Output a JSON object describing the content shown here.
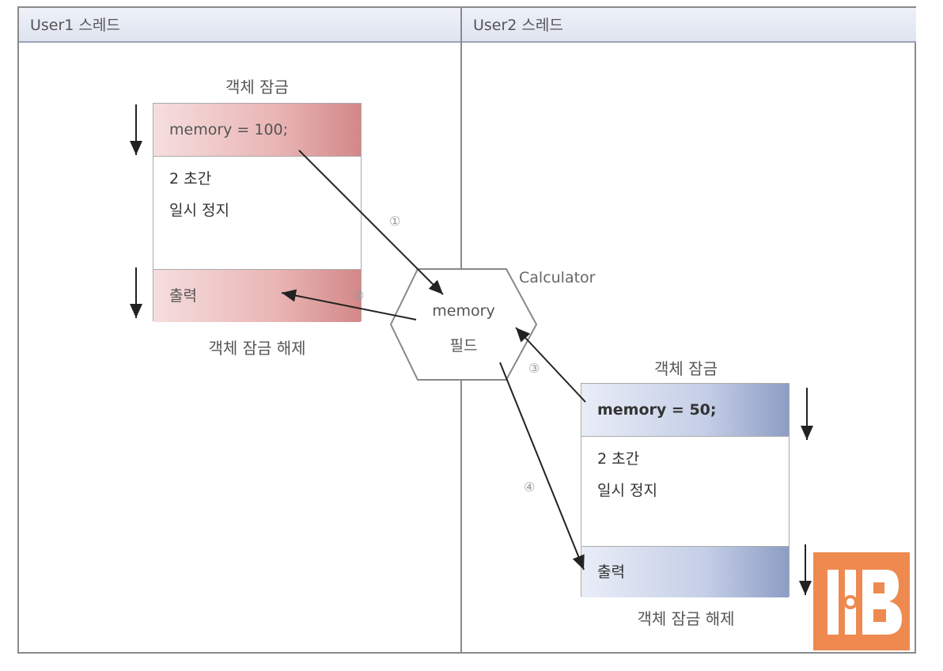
{
  "lanes": {
    "user1": "User1 스레드",
    "user2": "User2 스레드"
  },
  "user1_box": {
    "lock_label": "객체 잠금",
    "assign": "memory = 100;",
    "pause_line1": "2 초간",
    "pause_line2": "일시 정지",
    "output": "출력",
    "unlock_label": "객체 잠금 해제"
  },
  "user2_box": {
    "lock_label": "객체 잠금",
    "assign": "memory = 50;",
    "pause_line1": "2 초간",
    "pause_line2": "일시 정지",
    "output": "출력",
    "unlock_label": "객체 잠금 해제"
  },
  "calculator": {
    "name": "Calculator",
    "field_line1": "memory",
    "field_line2": "필드"
  },
  "steps": [
    "①",
    "②",
    "③",
    "④"
  ],
  "colors": {
    "user1_accent": "#d38888",
    "user2_accent": "#8d9dc5",
    "logo": "#ee8a50"
  }
}
